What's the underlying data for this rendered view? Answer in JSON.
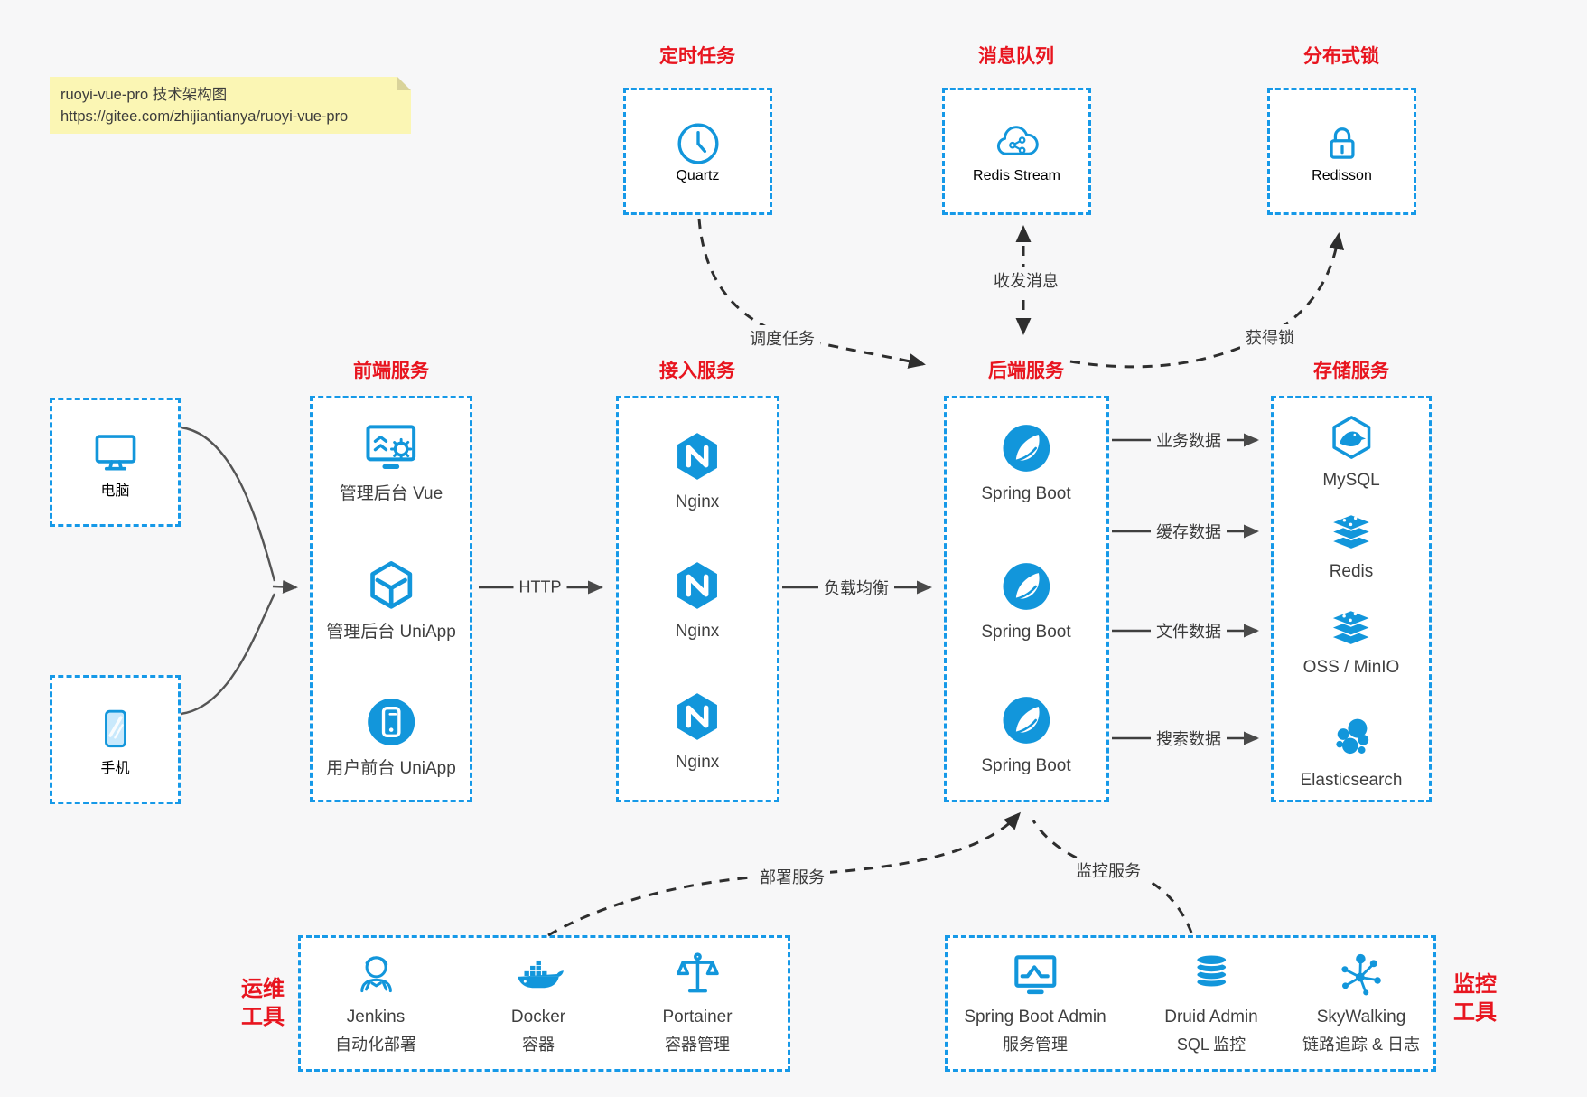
{
  "note": {
    "title": "ruoyi-vue-pro 技术架构图",
    "url": "https://gitee.com/zhijiantianya/ruoyi-vue-pro"
  },
  "top_groups": [
    {
      "title": "定时任务",
      "item": {
        "label": "Quartz",
        "icon": "clock-icon"
      }
    },
    {
      "title": "消息队列",
      "item": {
        "label": "Redis Stream",
        "icon": "cloud-network-icon"
      }
    },
    {
      "title": "分布式锁",
      "item": {
        "label": "Redisson",
        "icon": "lock-icon"
      }
    }
  ],
  "clients": [
    {
      "label": "电脑",
      "icon": "desktop-icon"
    },
    {
      "label": "手机",
      "icon": "phone-icon"
    }
  ],
  "columns": {
    "frontend": {
      "title": "前端服务",
      "items": [
        {
          "label": "管理后台 Vue"
        },
        {
          "label": "管理后台 UniApp"
        },
        {
          "label": "用户前台 UniApp"
        }
      ]
    },
    "gateway": {
      "title": "接入服务",
      "items": [
        {
          "label": "Nginx"
        },
        {
          "label": "Nginx"
        },
        {
          "label": "Nginx"
        }
      ]
    },
    "backend": {
      "title": "后端服务",
      "items": [
        {
          "label": "Spring Boot"
        },
        {
          "label": "Spring Boot"
        },
        {
          "label": "Spring Boot"
        }
      ]
    },
    "storage": {
      "title": "存储服务",
      "items": [
        {
          "label": "MySQL"
        },
        {
          "label": "Redis"
        },
        {
          "label": "OSS / MinIO"
        },
        {
          "label": "Elasticsearch"
        }
      ]
    }
  },
  "bottom_groups": {
    "ops": {
      "title_lines": [
        "运维",
        "工具"
      ],
      "items": [
        {
          "name": "Jenkins",
          "desc": "自动化部署"
        },
        {
          "name": "Docker",
          "desc": "容器"
        },
        {
          "name": "Portainer",
          "desc": "容器管理"
        }
      ]
    },
    "monitoring": {
      "title_lines": [
        "监控",
        "工具"
      ],
      "items": [
        {
          "name": "Spring Boot Admin",
          "desc": "服务管理"
        },
        {
          "name": "Druid Admin",
          "desc": "SQL 监控"
        },
        {
          "name": "SkyWalking",
          "desc": "链路追踪 & 日志"
        }
      ]
    }
  },
  "edges": {
    "http": "HTTP",
    "load_balance": "负载均衡",
    "schedule_task": "调度任务",
    "send_receive_message": "收发消息",
    "acquire_lock": "获得锁",
    "business_data": "业务数据",
    "cache_data": "缓存数据",
    "file_data": "文件数据",
    "search_data": "搜索数据",
    "deploy_service": "部署服务",
    "monitor_service": "监控服务"
  },
  "colors": {
    "icon_blue": "#1296db",
    "border_blue": "#1699e8",
    "title_red": "#e8151f",
    "note_bg": "#fbf6b4",
    "page_bg": "#f7f7f8",
    "arrow_dark": "#2e2e2e"
  }
}
